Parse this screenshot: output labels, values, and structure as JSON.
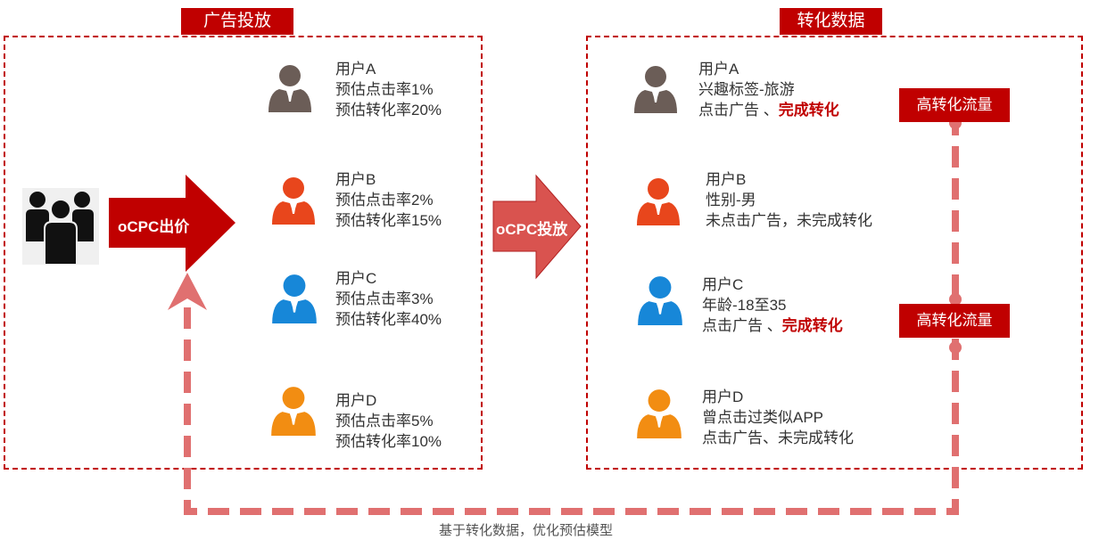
{
  "left_panel": {
    "title": "广告投放",
    "users": [
      {
        "name": "用户A",
        "line1": "预估点击率1%",
        "line2": "预估转化率20%",
        "color": "#6b5d57"
      },
      {
        "name": "用户B",
        "line1": "预估点击率2%",
        "line2": "预估转化率15%",
        "color": "#e8461c"
      },
      {
        "name": "用户C",
        "line1": "预估点击率3%",
        "line2": "预估转化率40%",
        "color": "#1787d8"
      },
      {
        "name": "用户D",
        "line1": "预估点击率5%",
        "line2": "预估转化率10%",
        "color": "#f28d12"
      }
    ]
  },
  "ocpc_bid_label": "oCPC出价",
  "ocpc_delivery_label": "oCPC投放",
  "right_panel": {
    "title": "转化数据",
    "users": [
      {
        "name": "用户A",
        "line1": "兴趣标签-旅游",
        "line2_prefix": "点击广告 、",
        "line2_highlight": "完成转化"
      },
      {
        "name": "用户B",
        "line1": "性别-男",
        "line2_prefix": "未点击广告，未完成转化",
        "line2_highlight": ""
      },
      {
        "name": "用户C",
        "line1": "年龄-18至35",
        "line2_prefix": "点击广告 、",
        "line2_highlight": "完成转化"
      },
      {
        "name": "用户D",
        "line1": "曾点击过类似APP",
        "line2_prefix": "点击广告、未完成转化",
        "line2_highlight": ""
      }
    ],
    "high_conversion_label": "高转化流量"
  },
  "feedback_caption": "基于转化数据，优化预估模型",
  "colors": {
    "accent": "#c00000",
    "feedback": "#e07070",
    "delivery_arrow": "#d9534f"
  }
}
